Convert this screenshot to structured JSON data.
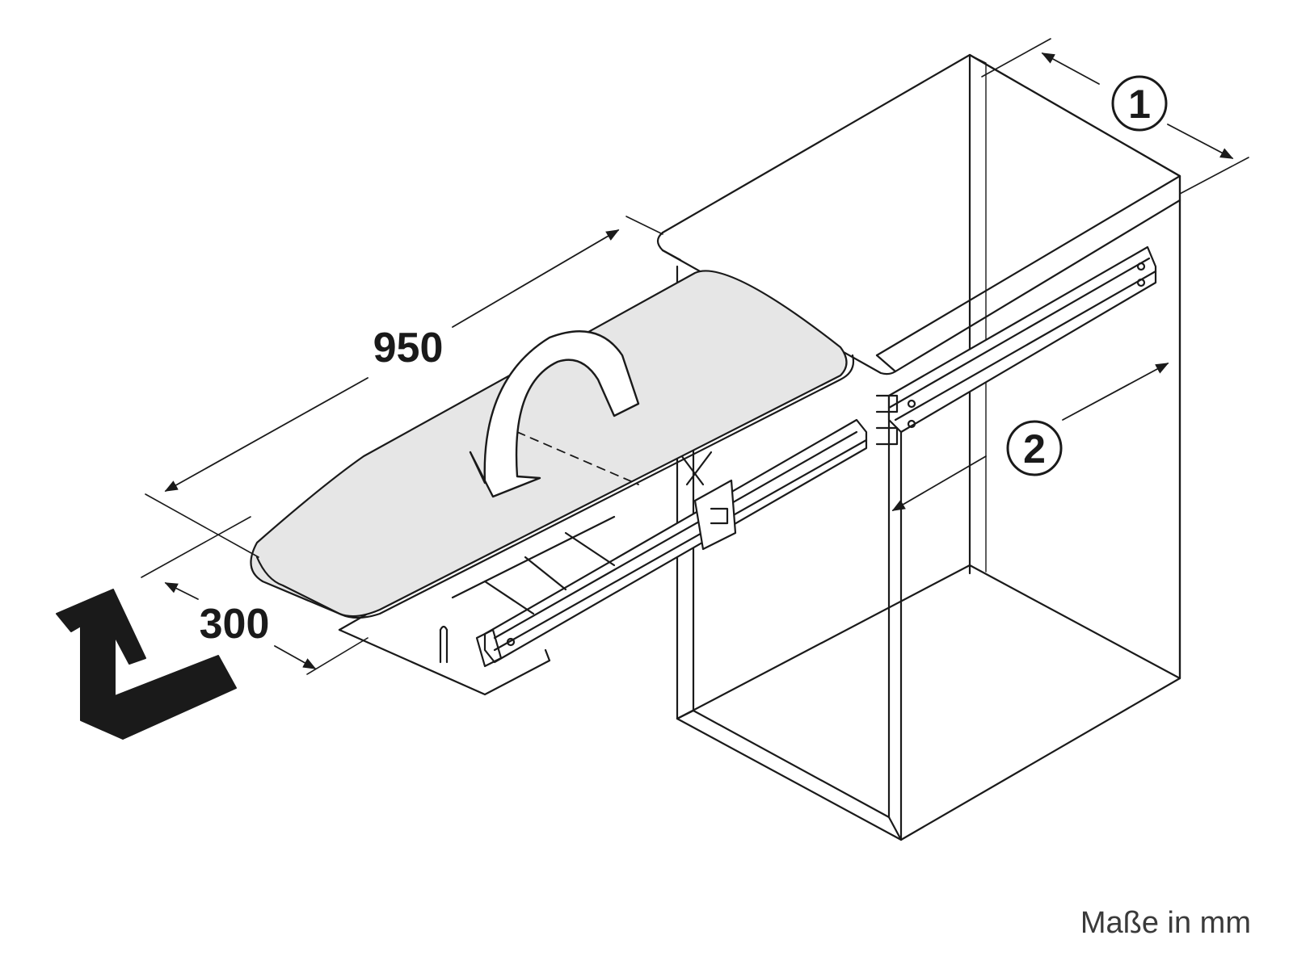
{
  "dimensions": {
    "length": "950",
    "width": "300"
  },
  "markers": {
    "one": "1",
    "two": "2"
  },
  "units_note": "Maße in mm",
  "colors": {
    "line": "#1a1a1a",
    "board_fill": "#e6e6e6",
    "white": "#ffffff"
  }
}
